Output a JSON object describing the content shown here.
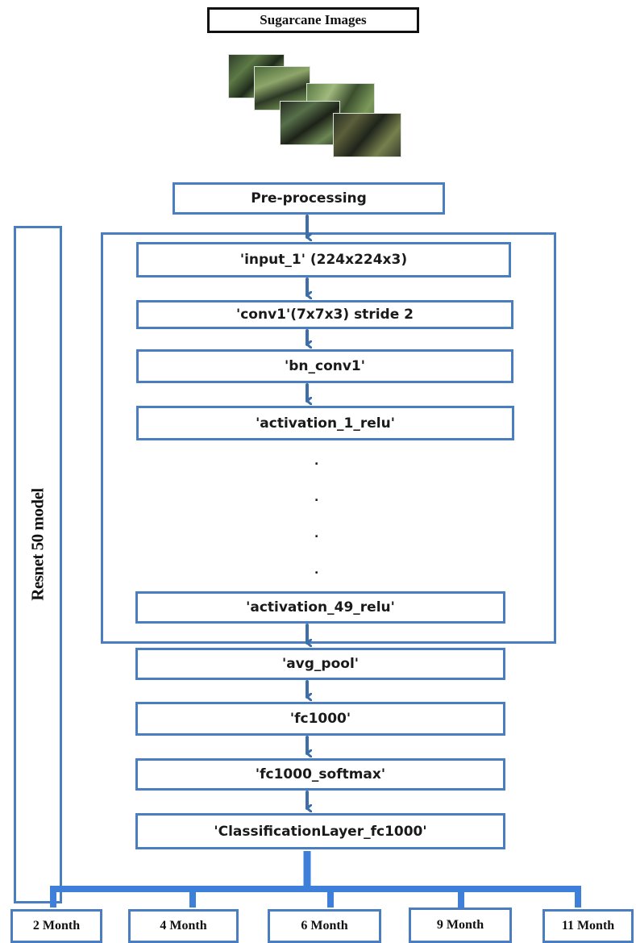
{
  "title": "Sugarcane Images",
  "side_label": "Resnet 50 model",
  "preprocessing": "Pre-processing",
  "layers_top": [
    "'input_1'  (224x224x3)",
    "'conv1'(7x7x3) stride 2",
    "'bn_conv1'",
    "'activation_1_relu'"
  ],
  "ellipsis": [
    ".",
    ".",
    ".",
    "."
  ],
  "layers_bottom": [
    "'activation_49_relu'",
    "'avg_pool'",
    "'fc1000'",
    "'fc1000_softmax'",
    "'ClassificationLayer_fc1000'"
  ],
  "outputs": [
    "2 Month",
    "4 Month",
    "6 Month",
    "9 Month",
    "11 Month"
  ],
  "colors": {
    "box_border": "#4a7ec0",
    "arrow": "#3d6ea8",
    "title_border": "#111111"
  }
}
